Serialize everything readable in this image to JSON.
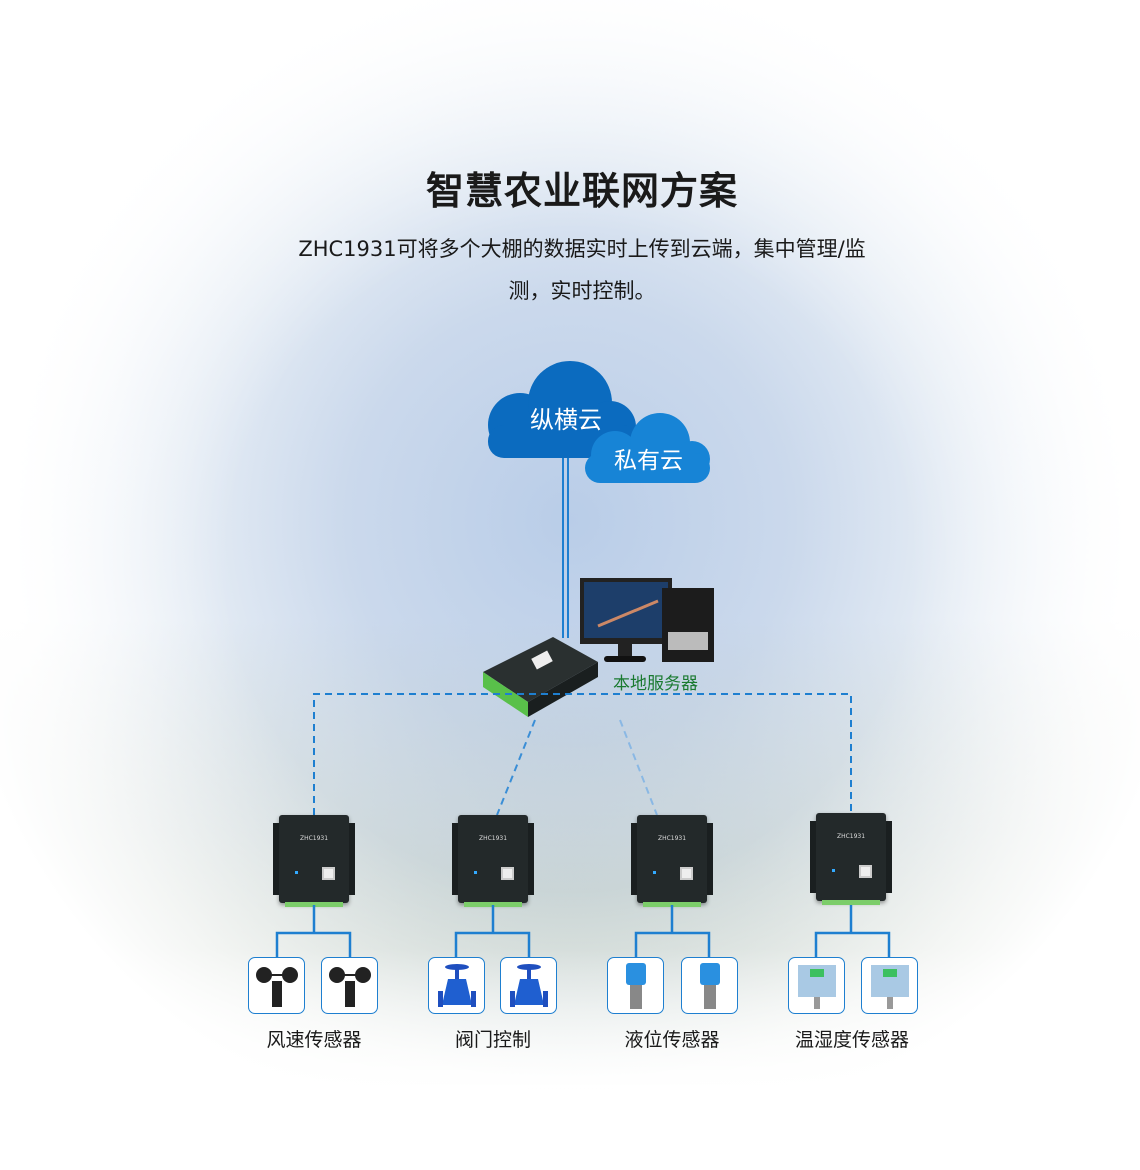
{
  "title": "智慧农业联网方案",
  "subtitle_line1": "ZHC1931可将多个大棚的数据实时上传到云端，集中管理/监",
  "subtitle_line2": "测，实时控制。",
  "clouds": {
    "public": "纵横云",
    "private": "私有云"
  },
  "local_server": "本地服务器",
  "device_model": "ZHC1931",
  "groups": [
    {
      "label": "风速传感器",
      "icon": "anemometer-icon"
    },
    {
      "label": "阀门控制",
      "icon": "valve-icon"
    },
    {
      "label": "液位传感器",
      "icon": "level-sensor-icon"
    },
    {
      "label": "温湿度传感器",
      "icon": "temp-humidity-sensor-icon"
    }
  ],
  "colors": {
    "accent": "#1e7fd0",
    "cloud": "#0b6bbf",
    "server_label": "#1a7a30"
  }
}
